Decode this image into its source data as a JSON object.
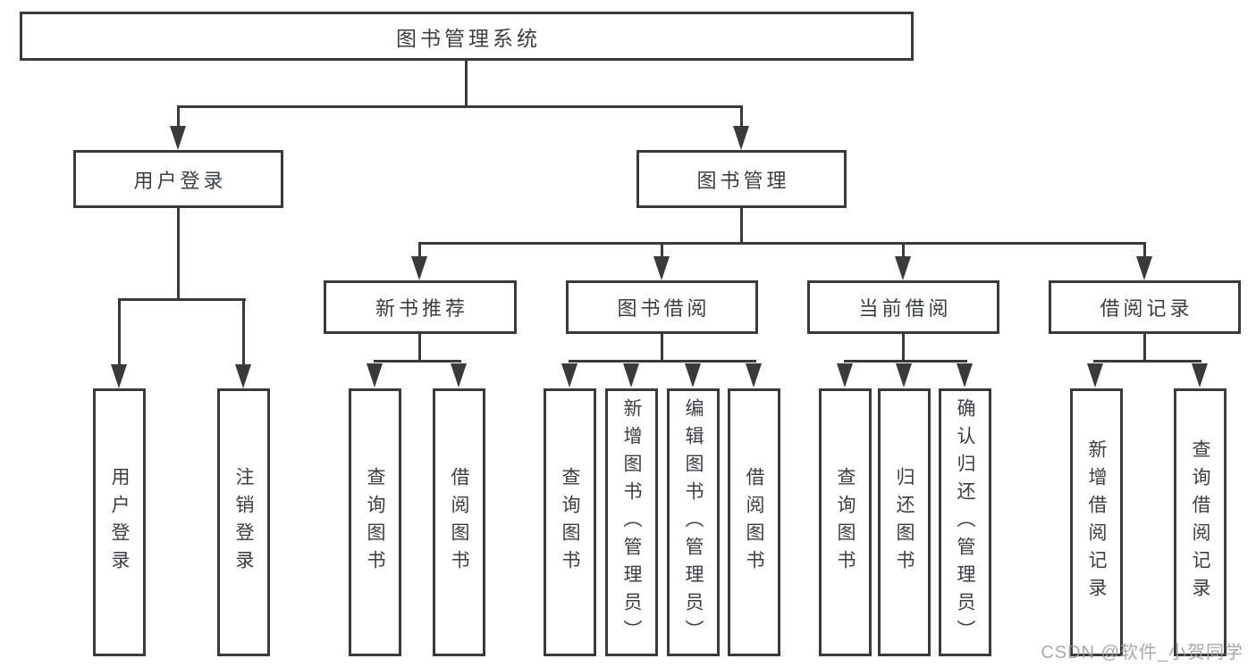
{
  "colors": {
    "line": "#3a3a3a",
    "text": "#3a3f46",
    "watermark": "#9e9e9e",
    "background": "#ffffff"
  },
  "watermark": {
    "text": "CSDN @软件_小贺同学"
  },
  "tree": {
    "root": {
      "label": "图书管理系统",
      "children": [
        {
          "label": "用户登录",
          "children": [
            {
              "label": "用户登录"
            },
            {
              "label": "注销登录"
            }
          ]
        },
        {
          "label": "图书管理",
          "children": [
            {
              "label": "新书推荐",
              "children": [
                {
                  "label": "查询图书"
                },
                {
                  "label": "借阅图书"
                }
              ]
            },
            {
              "label": "图书借阅",
              "children": [
                {
                  "label": "查询图书"
                },
                {
                  "label": "新增图书（管理员）"
                },
                {
                  "label": "编辑图书（管理员）"
                },
                {
                  "label": "借阅图书"
                }
              ]
            },
            {
              "label": "当前借阅",
              "children": [
                {
                  "label": "查询图书"
                },
                {
                  "label": "归还图书"
                },
                {
                  "label": "确认归还（管理员）"
                }
              ]
            },
            {
              "label": "借阅记录",
              "children": [
                {
                  "label": "新增借阅记录"
                },
                {
                  "label": "查询借阅记录"
                }
              ]
            }
          ]
        }
      ]
    }
  }
}
